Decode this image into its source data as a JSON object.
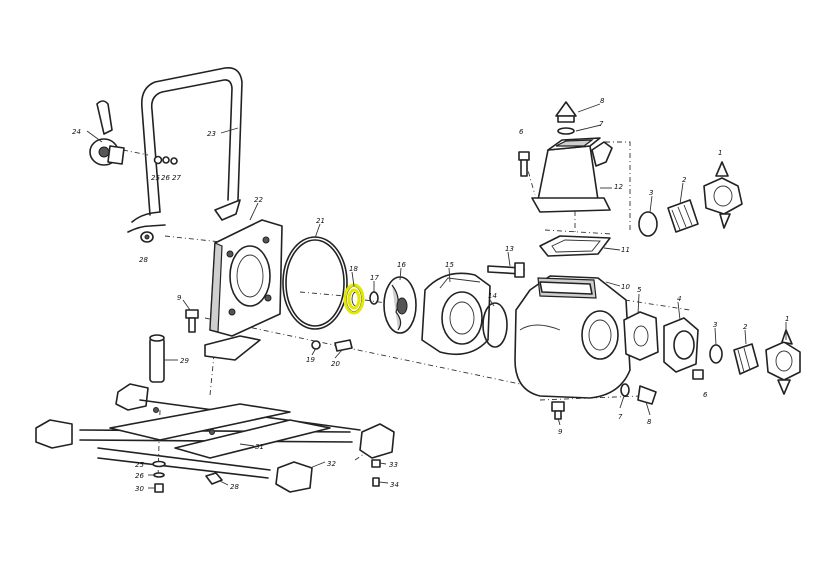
{
  "highlight_color": "#e3e800",
  "labels": [
    {
      "id": "p24",
      "text": "24"
    },
    {
      "id": "p23",
      "text": "23"
    },
    {
      "id": "p25a",
      "text": "25"
    },
    {
      "id": "p26a",
      "text": "26"
    },
    {
      "id": "p27",
      "text": "27"
    },
    {
      "id": "p22",
      "text": "22"
    },
    {
      "id": "p21",
      "text": "21"
    },
    {
      "id": "p28a",
      "text": "28"
    },
    {
      "id": "p9a",
      "text": "9"
    },
    {
      "id": "p29",
      "text": "29"
    },
    {
      "id": "p18",
      "text": "18"
    },
    {
      "id": "p17a",
      "text": "17"
    },
    {
      "id": "p16",
      "text": "16"
    },
    {
      "id": "p15",
      "text": "15"
    },
    {
      "id": "p14",
      "text": "14"
    },
    {
      "id": "p19",
      "text": "19"
    },
    {
      "id": "p20",
      "text": "20"
    },
    {
      "id": "p13",
      "text": "13"
    },
    {
      "id": "p10",
      "text": "10"
    },
    {
      "id": "p8a",
      "text": "8"
    },
    {
      "id": "p7a",
      "text": "7"
    },
    {
      "id": "p6a",
      "text": "6"
    },
    {
      "id": "p12",
      "text": "12"
    },
    {
      "id": "p11",
      "text": "11"
    },
    {
      "id": "p3a",
      "text": "3"
    },
    {
      "id": "p2a",
      "text": "2"
    },
    {
      "id": "p1a",
      "text": "1"
    },
    {
      "id": "p5",
      "text": "5"
    },
    {
      "id": "p4",
      "text": "4"
    },
    {
      "id": "p3b",
      "text": "3"
    },
    {
      "id": "p2b",
      "text": "2"
    },
    {
      "id": "p1b",
      "text": "1"
    },
    {
      "id": "p6b",
      "text": "6"
    },
    {
      "id": "p7b",
      "text": "7"
    },
    {
      "id": "p8b",
      "text": "8"
    },
    {
      "id": "p9b",
      "text": "9"
    },
    {
      "id": "p31",
      "text": "31"
    },
    {
      "id": "p32",
      "text": "32"
    },
    {
      "id": "p33",
      "text": "33"
    },
    {
      "id": "p34",
      "text": "34"
    },
    {
      "id": "p25b",
      "text": "25"
    },
    {
      "id": "p26b",
      "text": "26"
    },
    {
      "id": "p30",
      "text": "30"
    },
    {
      "id": "p28b",
      "text": "28"
    }
  ]
}
